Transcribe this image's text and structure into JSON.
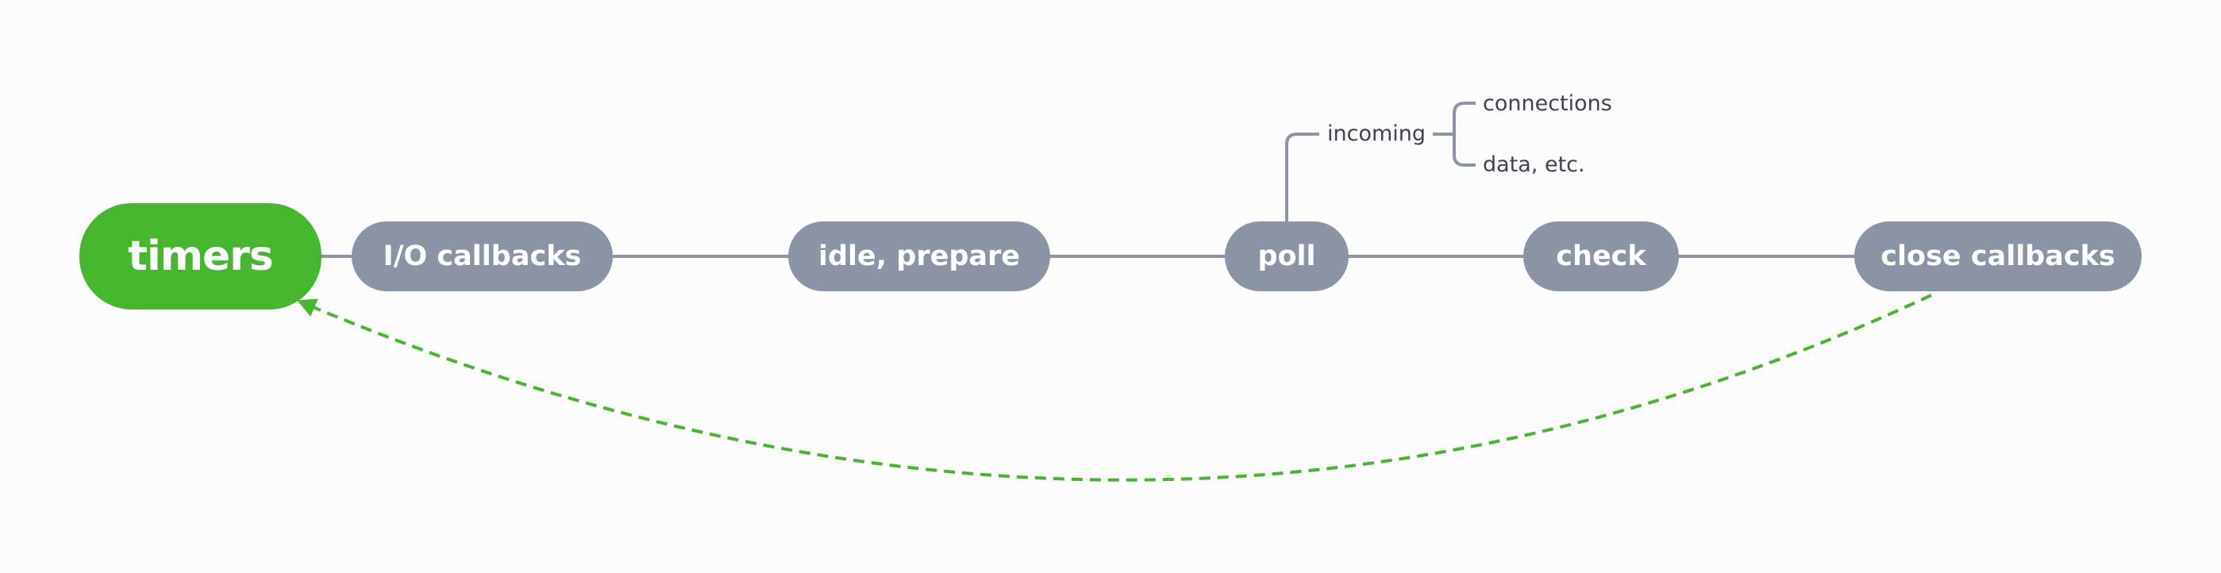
{
  "colors": {
    "accent": "#44b72d",
    "node": "#8a94a4",
    "line": "#8a94a4",
    "text": "#3e4452"
  },
  "nodes": {
    "timers": "timers",
    "io_callbacks": "I/O callbacks",
    "idle_prepare": "idle,  prepare",
    "poll": "poll",
    "check": "check",
    "close_callbacks": "close callbacks"
  },
  "poll_branch": {
    "label": "incoming",
    "children": [
      "connections",
      "data,  etc."
    ]
  }
}
